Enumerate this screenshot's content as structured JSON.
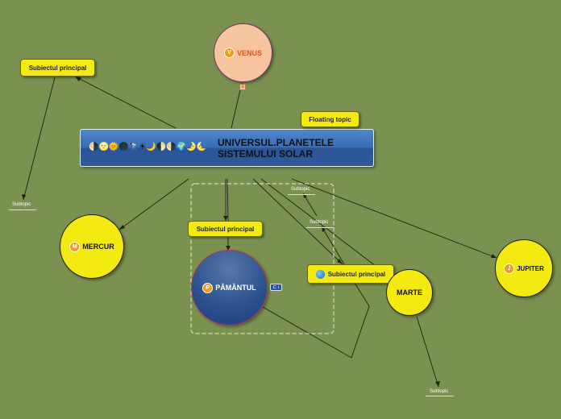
{
  "central": {
    "title": "UNIVERSUL.PLANETELE SISTEMULUI SOLAR",
    "glyphs": "🌗🌝🌞🌑🔭☀🌙🌓🌗🌍🌛🌜"
  },
  "floating_topic": "Floating topic",
  "venus": {
    "label": "VENUS",
    "badge": "V",
    "note": "≡"
  },
  "mercur": {
    "label": "MERCUR",
    "badge": "M"
  },
  "pamantul": {
    "label": "PĂMÂNTUL",
    "badge": "P",
    "note_icon": "⊏ i"
  },
  "marte": {
    "label": "MARTE"
  },
  "jupiter": {
    "label": "JUPITER",
    "badge": "J"
  },
  "subiect_top_left": "Subiectul principal",
  "subiect_middle": "Subiectul principal",
  "subiect_right": "Subiectul principal",
  "subtopics": {
    "left": "Subtopic",
    "mid_upper": "Subtopic",
    "mid_lower": "Subtopic",
    "bottom_right": "Subtopic"
  },
  "colors": {
    "background": "#7a9150",
    "yellow": "#f2ea10",
    "venus_fill": "#f7c4a0",
    "venus_text": "#e8501a",
    "earth_fill": "#2f5590",
    "line": "#1f2410"
  }
}
